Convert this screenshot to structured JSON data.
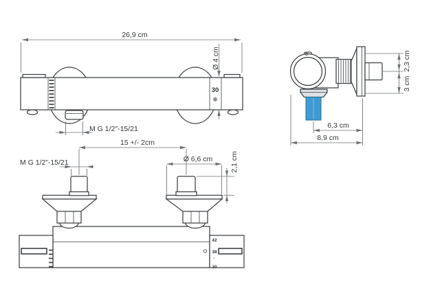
{
  "drawing": {
    "front_view": {
      "overall_width_dim": "26,9 cm",
      "bar_diameter_dim": "Ø 4 cm",
      "min_temp_mark": "30",
      "frost_icon": "❄",
      "shower_outlet_thread_dim": "M G 1/2\"-15/21"
    },
    "side_view": {
      "wall_nipple_top_dim": "2,3 cm",
      "wall_nipple_bottom_dim": "3 cm",
      "depth_to_outlet_dim": "6,3 cm",
      "overall_depth_dim": "8,9 cm"
    },
    "top_view": {
      "inlet_center_distance_dim": "15 +/- 2cm",
      "inlet_thread_dim": "M G 1/2”-15/21",
      "flange_diameter_dim": "Ø 6,6 cm",
      "nipple_height_dim": "2,1 cm",
      "temperature_scale": {
        "mark_42": "42",
        "mark_38": "38",
        "mark_dash": "-",
        "mark_30": "30"
      }
    },
    "colors": {
      "outline": "#3c4043",
      "dimension": "#6b7175",
      "highlight_blue": "#3f9ad2"
    }
  }
}
